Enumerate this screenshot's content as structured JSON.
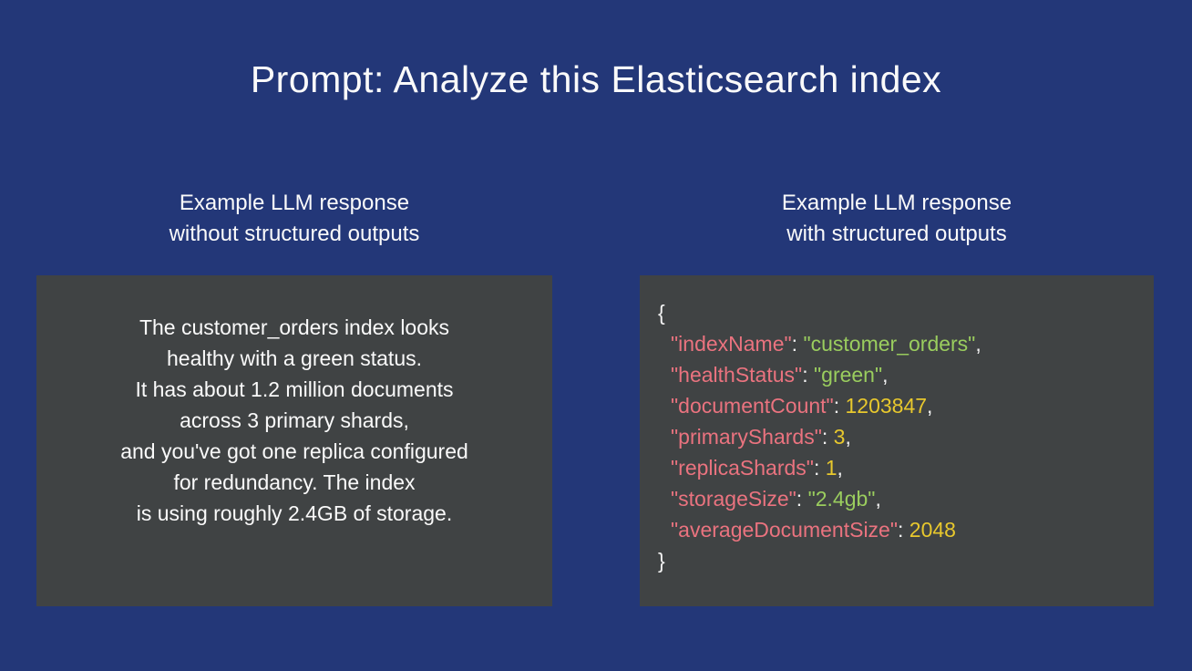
{
  "title": "Prompt: Analyze this Elasticsearch index",
  "colors": {
    "background": "#233778",
    "panel_background": "#404344",
    "text": "#fafafa",
    "json_key": "#ea737f",
    "json_string": "#9acd5e",
    "json_number": "#e8c82d",
    "json_punctuation": "#f2f2f2"
  },
  "left_column": {
    "header_line1": "Example LLM response",
    "header_line2": "without structured outputs",
    "lines": [
      "The customer_orders index looks",
      "healthy with a green status.",
      "It has about 1.2 million documents",
      "across 3 primary shards,",
      "and you've got one replica configured",
      "for redundancy. The index",
      "is using roughly 2.4GB of storage."
    ]
  },
  "right_column": {
    "header_line1": "Example LLM response",
    "header_line2": "with structured outputs",
    "code": {
      "open_brace": "{",
      "close_brace": "}",
      "entries": [
        {
          "key": "\"indexName\"",
          "sep": ": ",
          "value": "\"customer_orders\"",
          "tail": ",",
          "value_type": "string"
        },
        {
          "key": "\"healthStatus\"",
          "sep": ": ",
          "value": "\"green\"",
          "tail": ",",
          "value_type": "string"
        },
        {
          "key": "\"documentCount\"",
          "sep": ": ",
          "value": "1203847",
          "tail": ",",
          "value_type": "number"
        },
        {
          "key": "\"primaryShards\"",
          "sep": ": ",
          "value": "3",
          "tail": ",",
          "value_type": "number"
        },
        {
          "key": "\"replicaShards\"",
          "sep": ": ",
          "value": "1",
          "tail": ",",
          "value_type": "number"
        },
        {
          "key": "\"storageSize\"",
          "sep": ": ",
          "value": "\"2.4gb\"",
          "tail": ",",
          "value_type": "string"
        },
        {
          "key": "\"averageDocumentSize\"",
          "sep": ": ",
          "value": "2048",
          "tail": "",
          "value_type": "number"
        }
      ]
    }
  }
}
